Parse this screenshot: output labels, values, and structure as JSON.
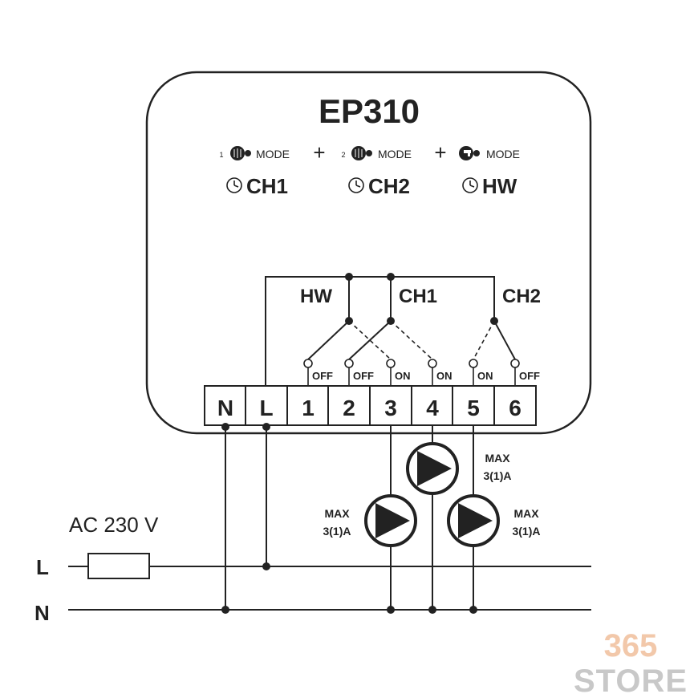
{
  "device": {
    "model": "EP310"
  },
  "modes": [
    {
      "index": "1",
      "label": "MODE",
      "channel": "CH1"
    },
    {
      "index": "2",
      "label": "MODE",
      "channel": "CH2"
    },
    {
      "index": "",
      "label": "MODE",
      "channel": "HW"
    }
  ],
  "plus_sign": "+",
  "relays": [
    {
      "name": "HW",
      "contact_a": "OFF",
      "contact_b": "ON"
    },
    {
      "name": "CH1",
      "contact_a": "OFF",
      "contact_b": "ON"
    },
    {
      "name": "CH2",
      "contact_a": "ON",
      "contact_b": "OFF"
    }
  ],
  "terminals": [
    "N",
    "L",
    "1",
    "2",
    "3",
    "4",
    "5",
    "6"
  ],
  "pumps": [
    {
      "max_label": "MAX",
      "rating": "3(1)A"
    },
    {
      "max_label": "MAX",
      "rating": "3(1)A"
    },
    {
      "max_label": "MAX",
      "rating": "3(1)A"
    }
  ],
  "supply": {
    "label": "AC 230 V",
    "line": "L",
    "neutral": "N"
  },
  "watermark": {
    "number": "365",
    "word": "STORE"
  }
}
